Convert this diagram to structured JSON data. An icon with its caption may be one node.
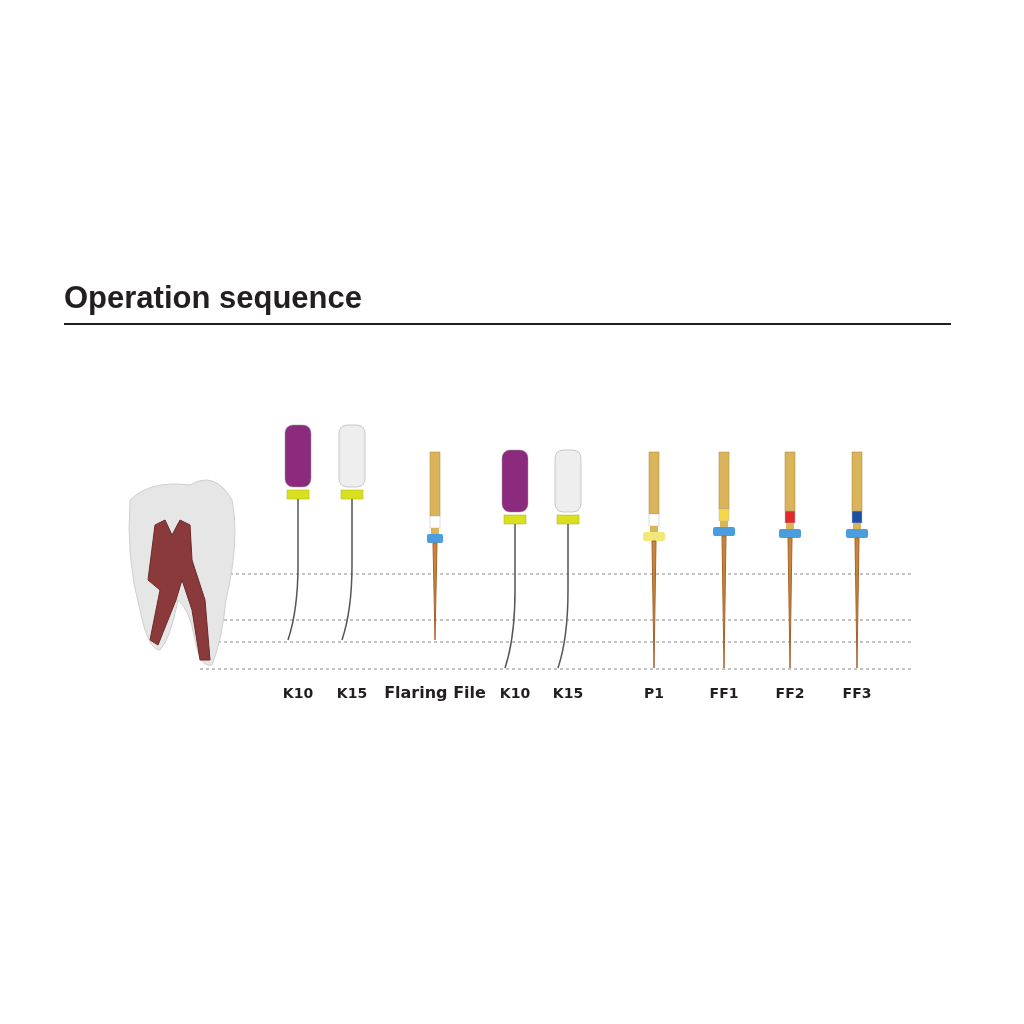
{
  "diagram": {
    "title": "Operation sequence",
    "labels": [
      "K10",
      "K15",
      "Flaring File",
      "K10",
      "K15",
      "P1",
      "FF1",
      "FF2",
      "FF3"
    ]
  }
}
